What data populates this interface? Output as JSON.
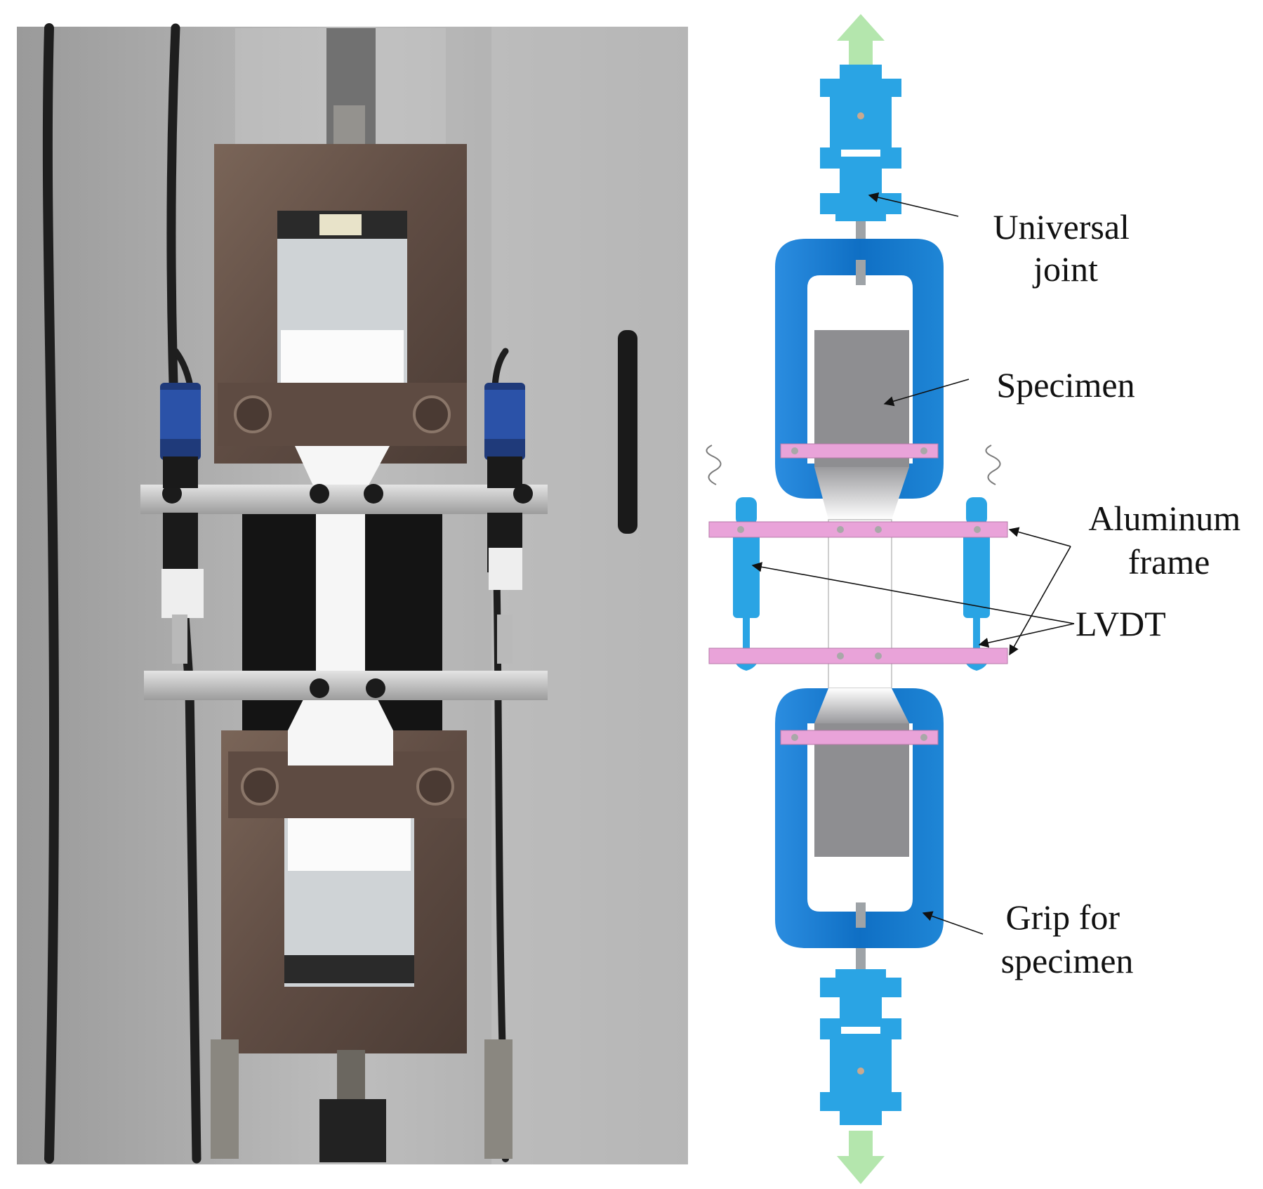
{
  "labels": {
    "universal_joint": [
      "Universal",
      "joint"
    ],
    "specimen": "Specimen",
    "aluminum_frame": [
      "Aluminum",
      "frame"
    ],
    "lvdt": "LVDT",
    "grip": [
      "Grip for",
      "specimen"
    ]
  },
  "colors": {
    "grip_blue": "#1b7fd0",
    "joint_blue": "#2aa4e4",
    "frame_pink": "#e9a3d9",
    "specimen_gray": "#8e8e91",
    "arrow_green": "#b4e6ad",
    "iron_grip": "#6c584e",
    "wall_gray": "#b8b8b8"
  },
  "icons": {
    "load_arrow_up": "arrow-up-icon",
    "load_arrow_down": "arrow-down-icon"
  }
}
